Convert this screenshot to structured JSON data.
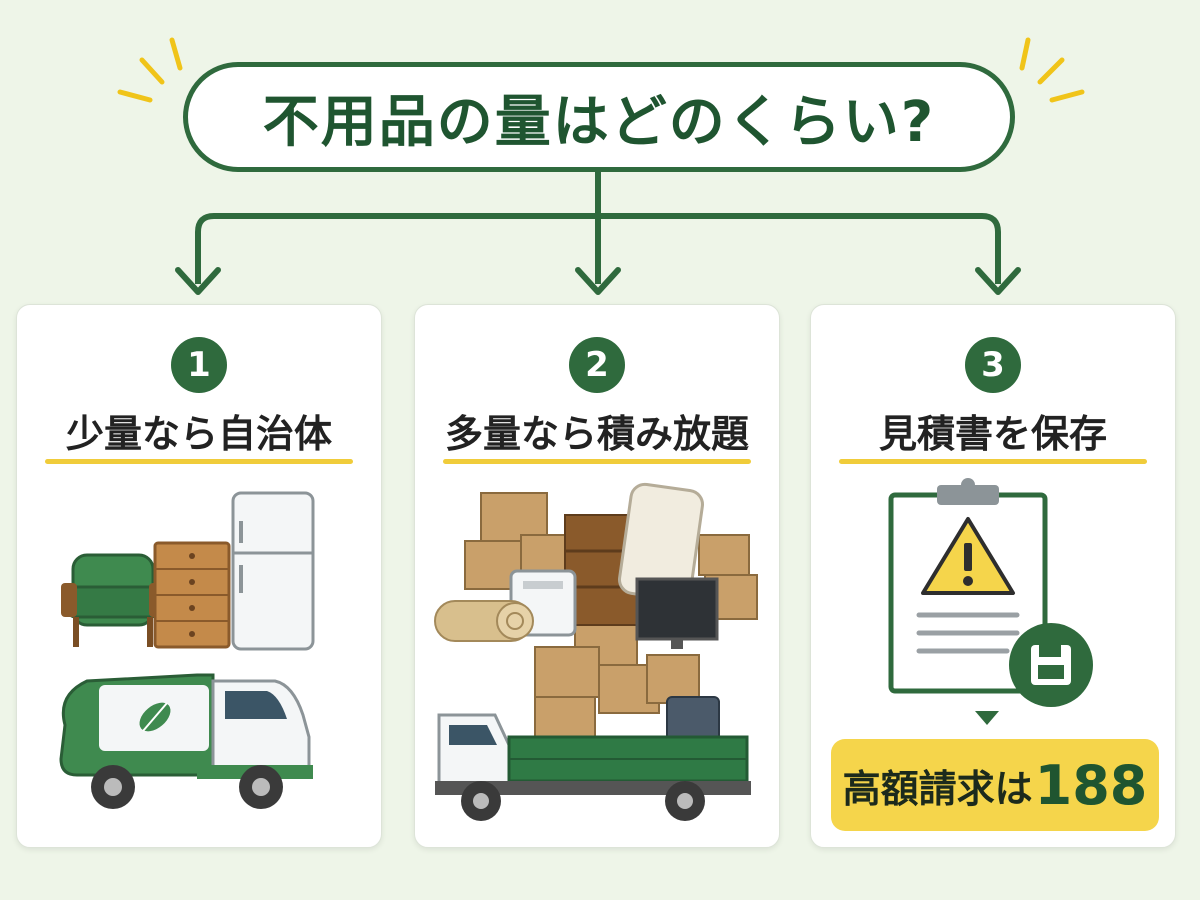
{
  "title": "不用品の量はどのくらい?",
  "cards": [
    {
      "number": "1",
      "title": "少量なら自治体"
    },
    {
      "number": "2",
      "title": "多量なら積み放題"
    },
    {
      "number": "3",
      "title": "見積書を保存",
      "callout_prefix": "高額請求は",
      "callout_number": "188"
    }
  ],
  "colors": {
    "accent_green": "#2f6a3d",
    "highlight_yellow": "#f0cc3a",
    "background": "#eef5e8"
  },
  "icons": [
    "sparkle-icon",
    "arrow-down-icon",
    "armchair-icon",
    "dresser-icon",
    "refrigerator-icon",
    "garbage-truck-icon",
    "leaf-icon",
    "boxes-icon",
    "mattress-icon",
    "tv-icon",
    "rug-roll-icon",
    "flatbed-truck-icon",
    "clipboard-icon",
    "warning-icon",
    "save-icon"
  ]
}
